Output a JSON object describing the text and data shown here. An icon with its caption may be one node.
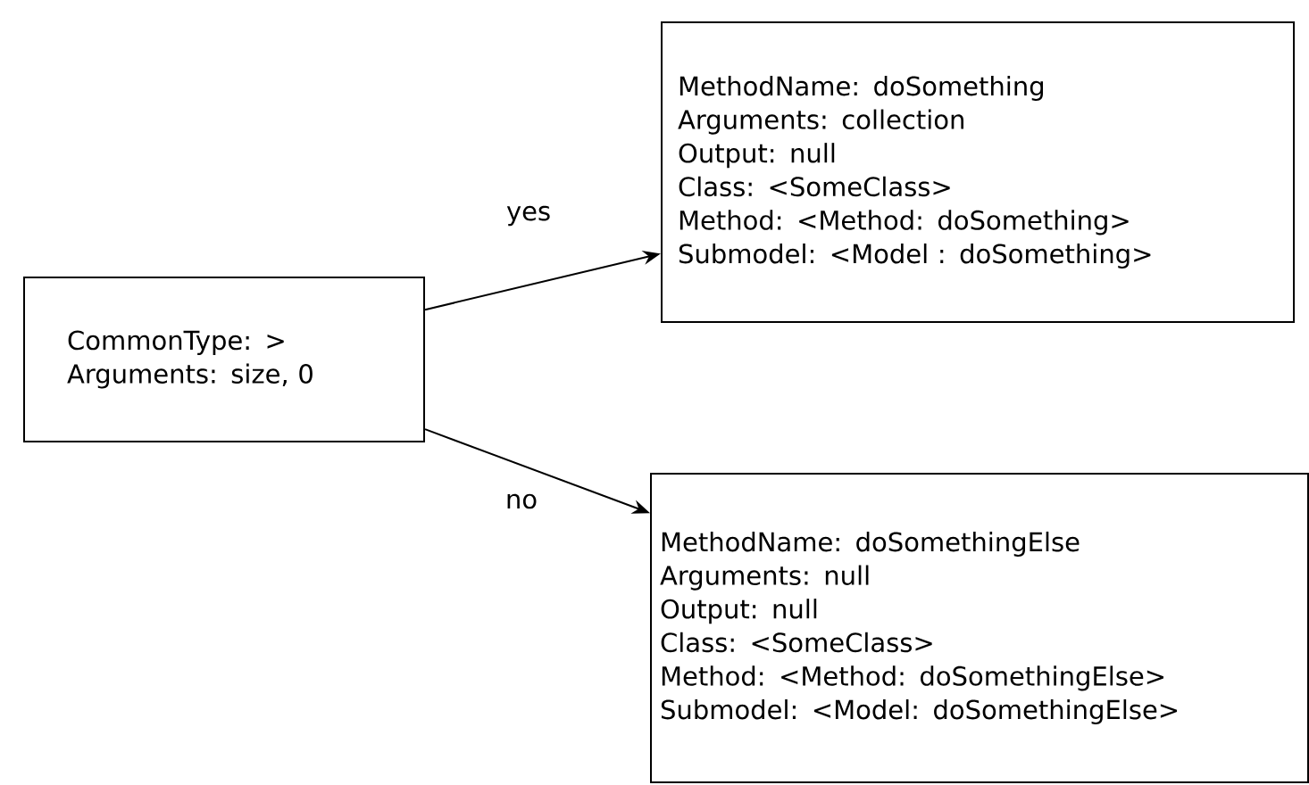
{
  "diagram": {
    "nodes": [
      {
        "text": [
          "CommonType: >",
          "Arguments: size, 0"
        ]
      },
      {
        "text": [
          "MethodName: doSomething",
          "Arguments: collection",
          "Output: null",
          "Class: <SomeClass>",
          "Method: <Method: doSomething>",
          "Submodel: <Model : doSomething>"
        ]
      },
      {
        "text": [
          "MethodName: doSomethingElse",
          "Arguments: null",
          "Output: null",
          "Class: <SomeClass>",
          "Method: <Method: doSomethingElse>",
          "Submodel: <Model: doSomethingElse>"
        ]
      }
    ],
    "edges": [
      {
        "from": 0,
        "to": 1,
        "arrow": "to",
        "label": "yes"
      },
      {
        "from": 0,
        "to": 2,
        "arrow": "to",
        "label": "no"
      }
    ]
  }
}
